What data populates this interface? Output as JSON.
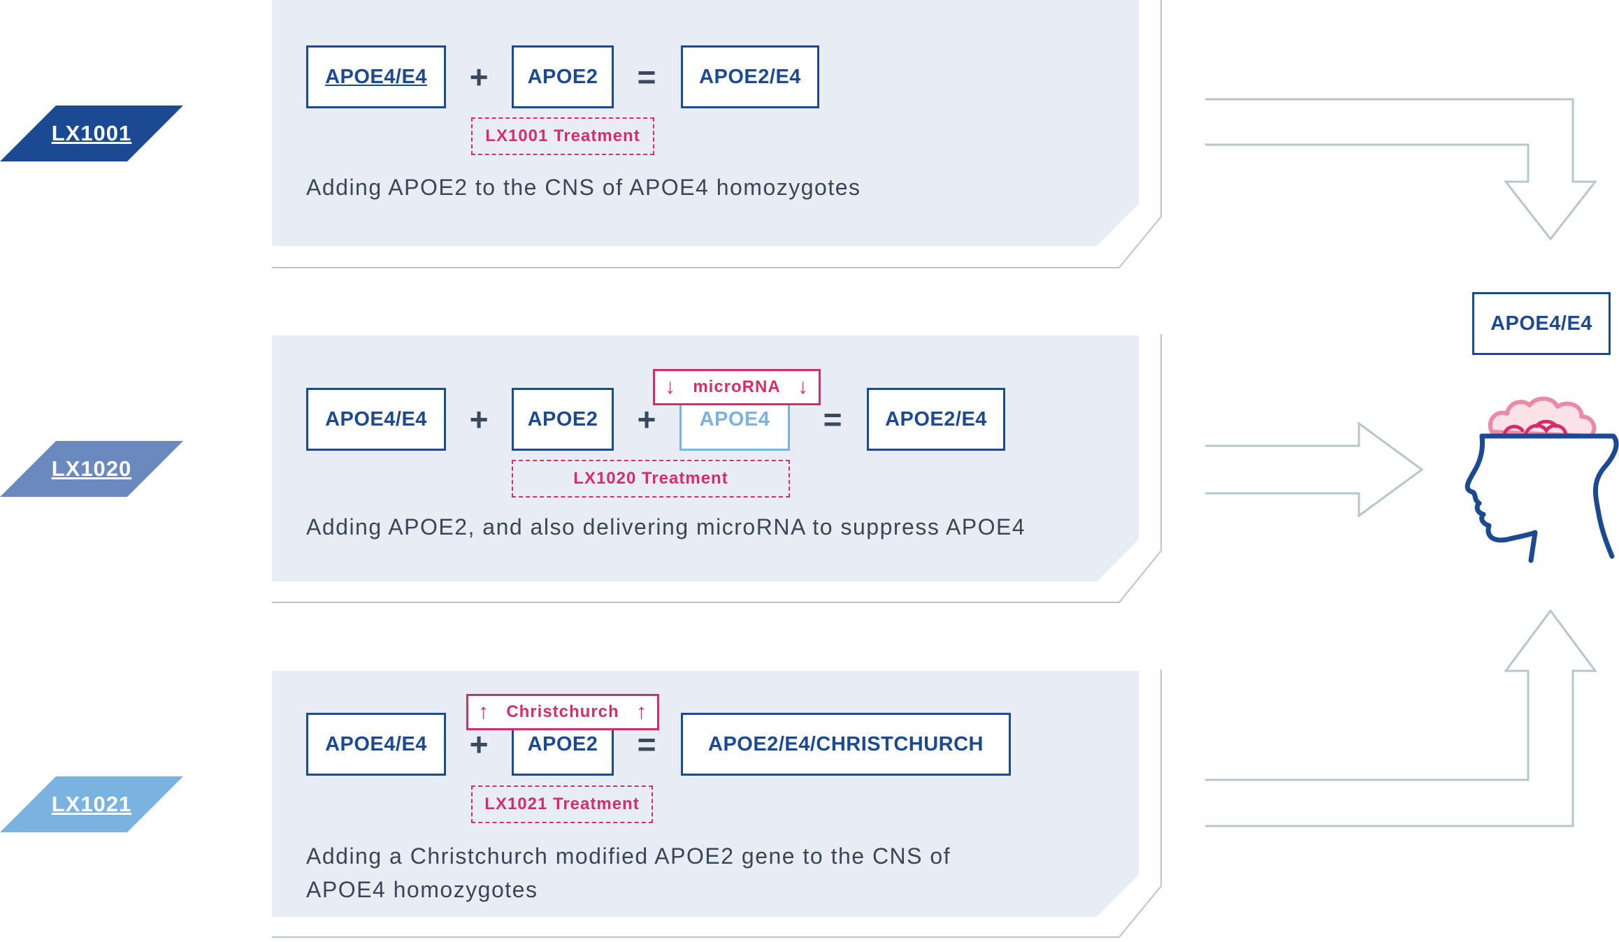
{
  "colors": {
    "tag_lx1001": "#1b4a93",
    "tag_lx1020": "#6a89bf",
    "tag_lx1021": "#7ab3e0",
    "panel_bg": "#e8edf5",
    "box_border": "#1b4a93",
    "treatment_pink": "#d42d6b",
    "arrow_outline": "#b7c6cc"
  },
  "rows": [
    {
      "tag": "LX1001",
      "left_gene": "APOE4/E4",
      "added_gene": "APOE2",
      "result": "APOE2/E4",
      "treatment": "LX1001 Treatment",
      "caption": "Adding APOE2 to  the CNS of APOE4 homozygotes"
    },
    {
      "tag": "LX1020",
      "left_gene": "APOE4/E4",
      "added_gene": "APOE2",
      "suppressed_gene": "APOE4",
      "modifier": "microRNA",
      "result": "APOE2/E4",
      "treatment": "LX1020 Treatment",
      "caption": "Adding APOE2, and also delivering microRNA to suppress APOE4"
    },
    {
      "tag": "LX1021",
      "left_gene": "APOE4/E4",
      "added_gene": "APOE2",
      "modifier": "Christchurch",
      "result": "APOE2/E4/CHRISTCHURCH",
      "treatment": "LX1021 Treatment",
      "caption_line1": "Adding a Christchurch modified APOE2 gene to  the CNS of",
      "caption_line2": "APOE4 homozygotes"
    }
  ],
  "operators": {
    "plus": "+",
    "equals": "="
  },
  "arrow_glyphs": {
    "down": "↓",
    "up": "↑"
  },
  "target": {
    "genotype": "APOE4/E4",
    "icon": "human-head-brain-icon"
  }
}
